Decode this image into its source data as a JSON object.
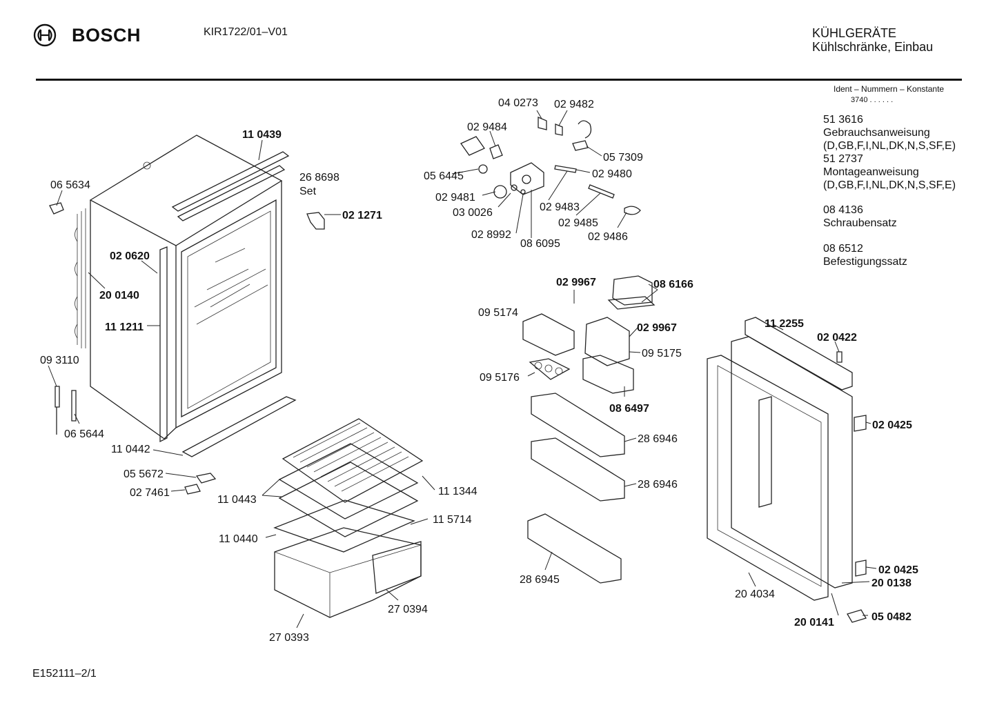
{
  "header": {
    "brand": "BOSCH",
    "model": "KIR1722/01–V01",
    "category": "KÜHLGERÄTE",
    "subcategory": "Kühlschränke, Einbau",
    "ident_label": "Ident – Nummern – Konstante",
    "ident_value": "3740 . . . . . ."
  },
  "accessories": {
    "a1_num": "51 3616",
    "a1_name": "Gebrauchsanweisung",
    "a1_lang": "(D,GB,F,I,NL,DK,N,S,SF,E)",
    "a2_num": "51 2737",
    "a2_name": "Montageanweisung",
    "a2_lang": "(D,GB,F,I,NL,DK,N,S,SF,E)",
    "a3_num": "08 4136",
    "a3_name": "Schraubensatz",
    "a4_num": "08 6512",
    "a4_name": "Befestigungssatz"
  },
  "footer": {
    "code": "E152111–2/1"
  },
  "parts": {
    "p110439": "11 0439",
    "p268698": "26 8698",
    "set": "Set",
    "p021271": "02 1271",
    "p065634": "06 5634",
    "p020620": "02 0620",
    "p200140": "20 0140",
    "p111211": "11 1211",
    "p093110": "09 3110",
    "p065644": "06 5644",
    "p110442": "11 0442",
    "p055672": "05 5672",
    "p027461": "02 7461",
    "p110443": "11 0443",
    "p111344": "11 1344",
    "p115714": "11 5714",
    "p110440": "11 0440",
    "p270394": "27 0394",
    "p270393": "27 0393",
    "p040273": "04 0273",
    "p029482": "02 9482",
    "p029484": "02 9484",
    "p056445": "05 6445",
    "p057309": "05 7309",
    "p029480": "02 9480",
    "p029481": "02 9481",
    "p030026": "03 0026",
    "p029483": "02 9483",
    "p029485": "02 9485",
    "p028992": "02 8992",
    "p086095": "08 6095",
    "p029486": "02 9486",
    "p029967a": "02 9967",
    "p086166": "08 6166",
    "p095174": "09 5174",
    "p029967b": "02 9967",
    "p095175": "09 5175",
    "p095176": "09 5176",
    "p086497": "08 6497",
    "p286946a": "28 6946",
    "p286946b": "28 6946",
    "p286945": "28 6945",
    "p112255": "11 2255",
    "p020422": "02 0422",
    "p020425a": "02 0425",
    "p020425b": "02 0425",
    "p200138": "20 0138",
    "p204034": "20 4034",
    "p200141": "20 0141",
    "p050482": "05 0482"
  }
}
